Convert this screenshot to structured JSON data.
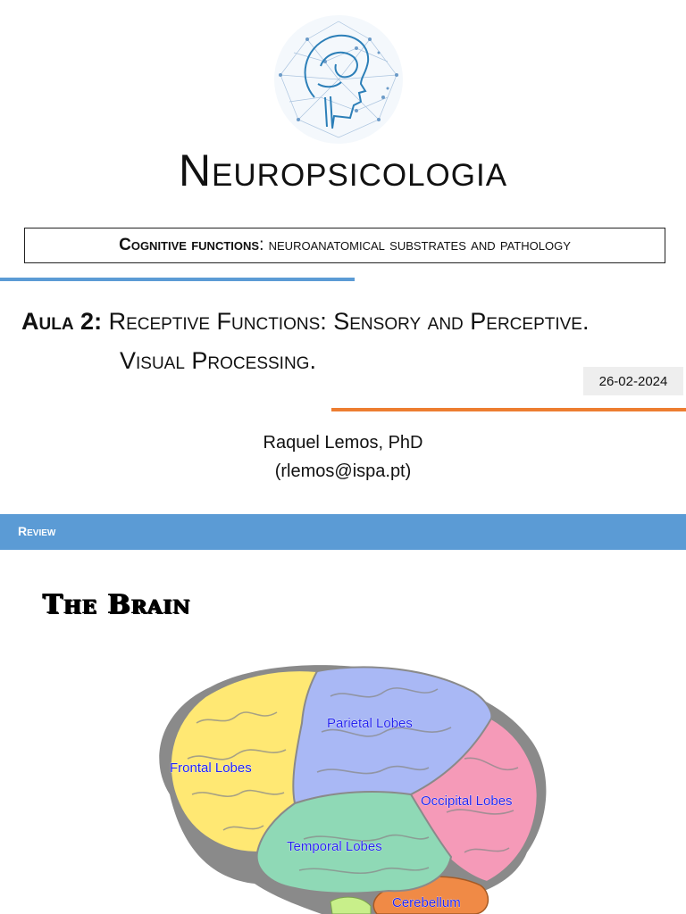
{
  "cover": {
    "title": "Neuropsicologia",
    "subtitle_bold": "Cognitive functions",
    "subtitle_rest": ": neuroanatomical substrates and pathology",
    "lesson_label": "Aula 2:",
    "lesson_title_line1": " Receptive Functions: Sensory and Perceptive.",
    "lesson_title_line2": "Visual Processing.",
    "date": "26-02-2024",
    "author_name": "Raquel Lemos, PhD",
    "author_email": "(rlemos@ispa.pt)"
  },
  "review_slide": {
    "section": "Review",
    "title": "The Brain",
    "lobes": {
      "frontal": "Frontal Lobes",
      "parietal": "Parietal Lobes",
      "occipital": "Occipital Lobes",
      "temporal": "Temporal Lobes",
      "cerebellum": "Cerebellum"
    }
  },
  "colors": {
    "accent_blue": "#5b9bd5",
    "accent_orange": "#ed7d31",
    "frontal": "#ffe873",
    "parietal": "#a9b8f5",
    "occipital": "#f59ab8",
    "temporal": "#8fd9b6",
    "cerebellum": "#f08a46"
  }
}
